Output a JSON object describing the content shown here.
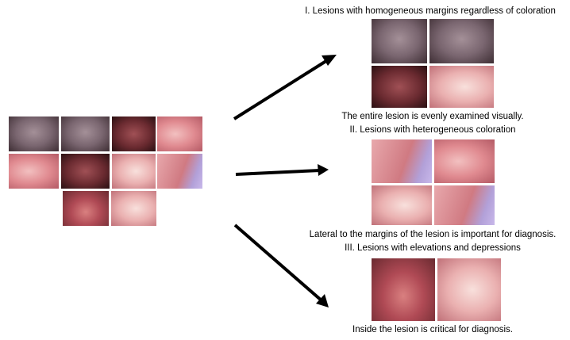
{
  "diagram": {
    "categories": [
      {
        "title": "I. Lesions with homogeneous margins regardless of coloration",
        "caption": "The entire lesion is evenly examined visually."
      },
      {
        "title": "II. Lesions with heterogeneous coloration",
        "caption": "Lateral to the margins of the lesion is important for diagnosis."
      },
      {
        "title": "III. Lesions with elevations and depressions",
        "caption": "Inside the lesion is critical for diagnosis."
      }
    ]
  },
  "colors": {
    "arrow": "#000000",
    "background": "#ffffff"
  }
}
